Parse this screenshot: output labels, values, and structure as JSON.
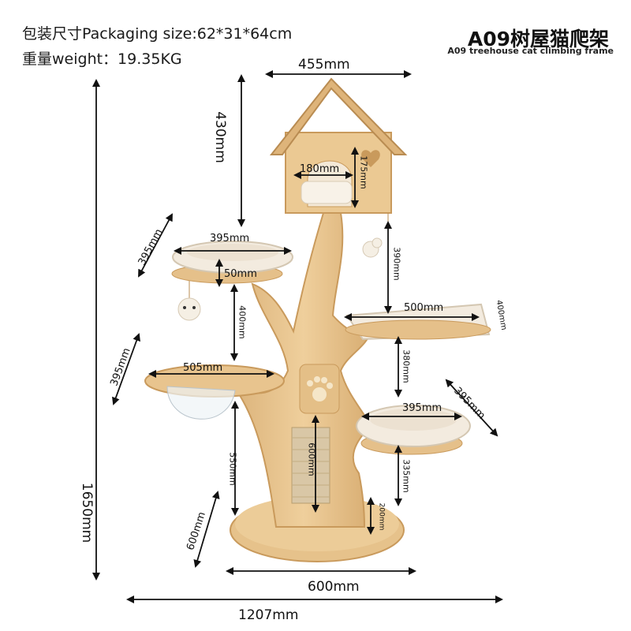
{
  "header": {
    "packaging_size": "包装尺寸Packaging size:62*31*64cm",
    "weight": "重量weight：19.35KG"
  },
  "product": {
    "title": "A09树屋猫爬架",
    "subtitle": "A09 treehouse cat climbing frame"
  },
  "dimensions": {
    "house_width": "455mm",
    "house_height": "430mm",
    "door_width": "180mm",
    "door_height": "175mm",
    "bed_top_width": "395mm",
    "bed_top_depth": "395mm",
    "bed_top_height": "50mm",
    "gap_upper_left": "400mm",
    "gap_house_right": "390mm",
    "right_platform_width": "500mm",
    "right_platform_depth": "400mm",
    "capsule_width": "505mm",
    "capsule_depth": "395mm",
    "gap_right_mid": "380mm",
    "right_bed_width": "395mm",
    "right_bed_depth": "395mm",
    "scratch_height": "600mm",
    "gap_lower_left": "550mm",
    "gap_lower_right": "335mm",
    "base_small": "200mm",
    "base_depth": "600mm",
    "base_width": "600mm",
    "total_height": "1650mm",
    "total_width": "1207mm"
  },
  "colors": {
    "wood": "#e8c48e",
    "wood_dark": "#c99a5c",
    "cushion": "#f3ebdf",
    "sisal": "#d9c7a6",
    "arrow": "#111111"
  }
}
